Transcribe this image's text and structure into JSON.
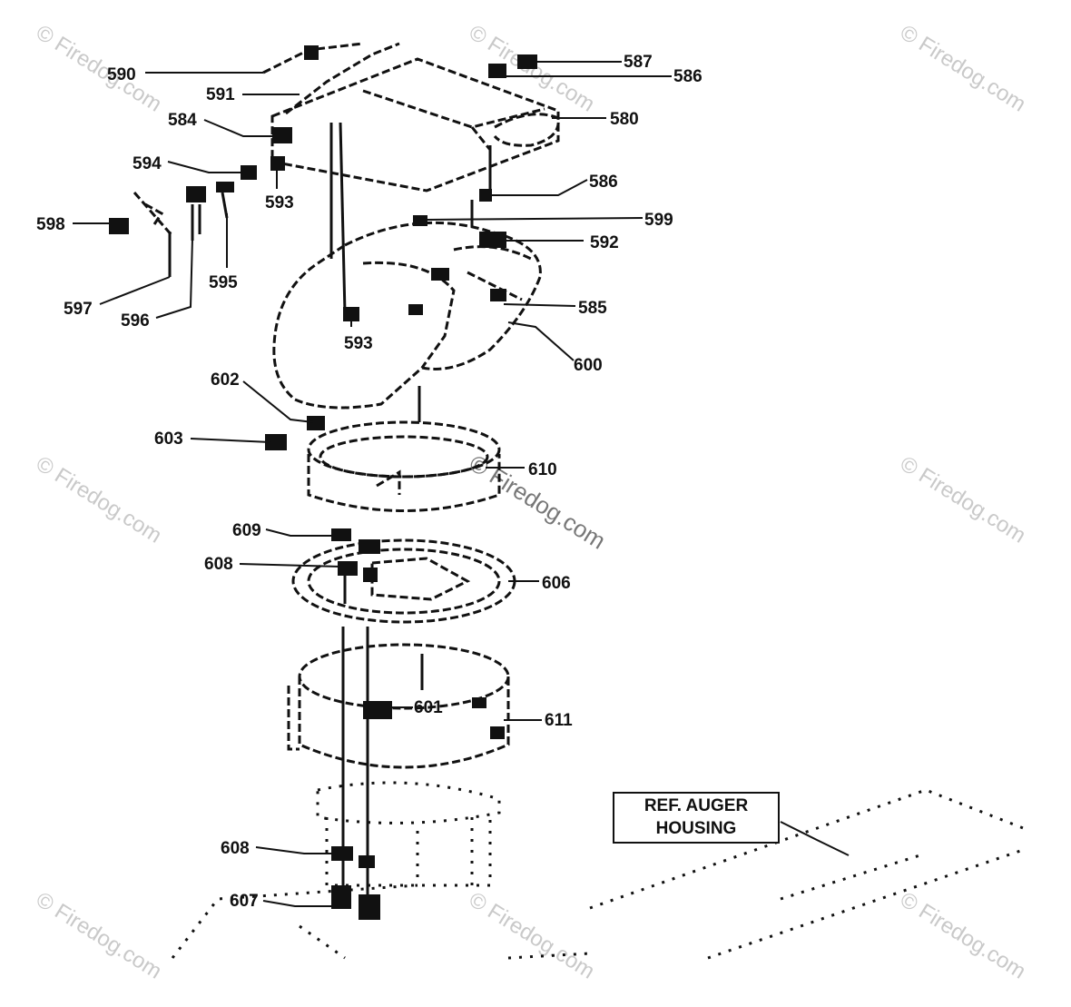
{
  "watermark": {
    "text": "© Firedog.com"
  },
  "reference_box": {
    "line1": "REF. AUGER",
    "line2": "HOUSING"
  },
  "labels": {
    "p587": "587",
    "p586a": "586",
    "p590": "590",
    "p591": "591",
    "p580": "580",
    "p584": "584",
    "p594": "594",
    "p593a": "593",
    "p586b": "586",
    "p598": "598",
    "p599": "599",
    "p592": "592",
    "p595": "595",
    "p597": "597",
    "p596": "596",
    "p585": "585",
    "p593b": "593",
    "p600": "600",
    "p602": "602",
    "p603": "603",
    "p610": "610",
    "p609": "609",
    "p608a": "608",
    "p606": "606",
    "p601": "601",
    "p611": "611",
    "p608b": "608",
    "p607": "607"
  }
}
